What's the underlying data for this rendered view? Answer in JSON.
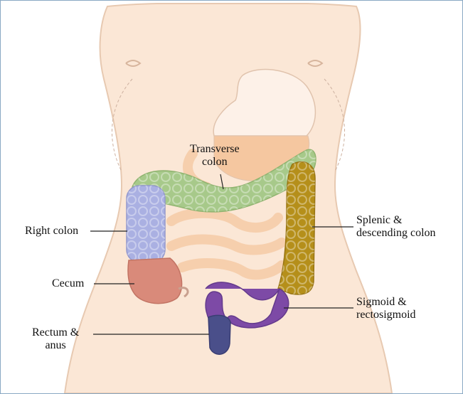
{
  "labels": {
    "transverse_colon": [
      "Transverse",
      "colon"
    ],
    "right_colon": "Right colon",
    "cecum": "Cecum",
    "rectum_anus": [
      "Rectum &",
      "anus"
    ],
    "splenic_descending": [
      "Splenic &",
      "descending colon"
    ],
    "sigmoid_rectosigmoid": [
      "Sigmoid &",
      "rectosigmoid"
    ]
  },
  "colors": {
    "skin": "#fbe7d6",
    "skin_outline": "#e7c9b1",
    "small_intestine": "#f6cfad",
    "stomach_fill": "#f5c7a0",
    "transverse": "#a7c98a",
    "right_colon": "#aab0e2",
    "cecum": "#d98a7a",
    "descending": "#b58f1a",
    "sigmoid": "#7d4aa6",
    "rectum": "#4a4f8a",
    "leader": "#222222"
  }
}
